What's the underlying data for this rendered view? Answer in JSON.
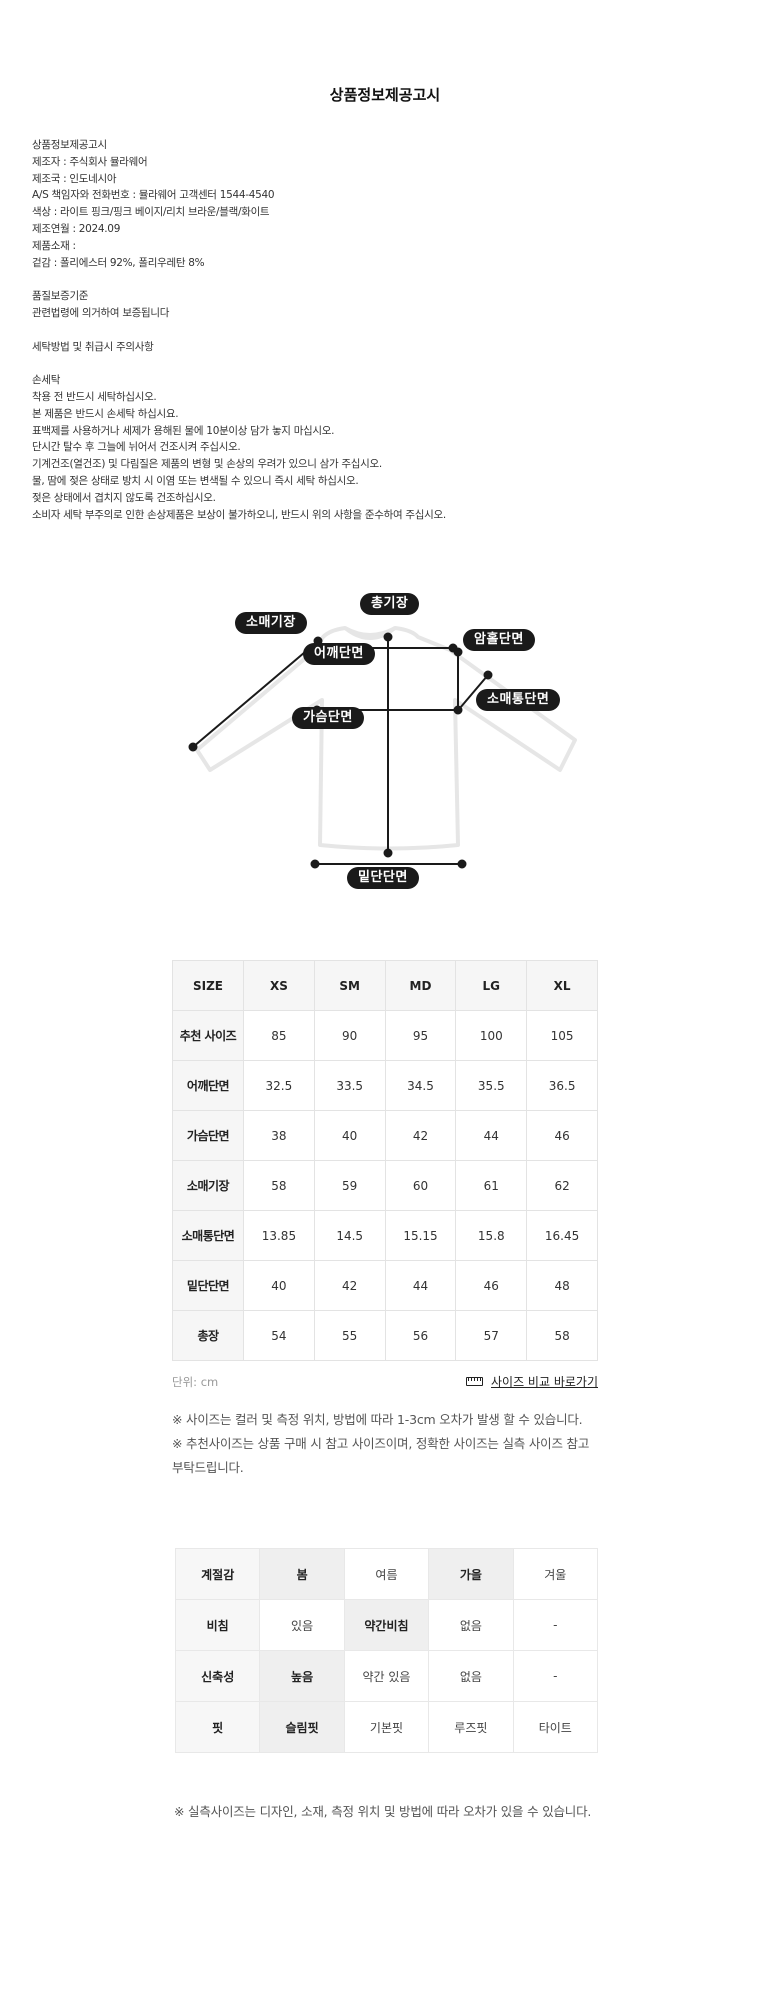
{
  "page_title": "상품정보제공고시",
  "info_lines": [
    "상품정보제공고시",
    "제조자 : 주식회사 뮬라웨어",
    "제조국 : 인도네시아",
    "A/S 책임자와 전화번호 : 뮬라웨어 고객센터 1544-4540",
    "색상 : 라이트 핑크/핑크 베이지/리치 브라운/블랙/화이트",
    "제조연월 : 2024.09",
    "제품소재 :",
    "겉감 : 폴리에스터 92%, 폴리우레탄 8%",
    "",
    "품질보증기준",
    "관련법령에 의거하여 보증됩니다",
    "",
    "세탁방법 및 취급시 주의사항",
    "",
    "손세탁",
    "착용 전 반드시 세탁하십시오.",
    "본 제품은 반드시 손세탁 하십시요.",
    "표백제를 사용하거나 세제가 용해된 물에 10분이상 담가 놓지 마십시오.",
    "단시간 탈수 후 그늘에 뉘어서 건조시켜 주십시오.",
    "기계건조(열건조) 및 다림질은 제품의 변형 및 손상의 우려가 있으니 삼가 주십시오.",
    "물, 땀에 젖은 상태로 방치 시 이염 또는 변색될 수 있으니 즉시 세탁 하십시오.",
    "젖은 상태에서 겹치지 않도록 건조하십시오.",
    "소비자 세탁 부주의로 인한 손상제품은 보상이 불가하오니, 반드시 위의 사항을 준수하여 주십시오."
  ],
  "diagram": {
    "labels": {
      "total_length": "총기장",
      "sleeve_length": "소매기장",
      "armhole": "암홀단면",
      "shoulder": "어깨단면",
      "sleeve_width": "소매통단면",
      "chest": "가슴단면",
      "hem": "밑단단면"
    }
  },
  "size_table": {
    "header": [
      "SIZE",
      "XS",
      "SM",
      "MD",
      "LG",
      "XL"
    ],
    "rows": [
      {
        "label": "추천 사이즈",
        "values": [
          "85",
          "90",
          "95",
          "100",
          "105"
        ]
      },
      {
        "label": "어깨단면",
        "values": [
          "32.5",
          "33.5",
          "34.5",
          "35.5",
          "36.5"
        ]
      },
      {
        "label": "가슴단면",
        "values": [
          "38",
          "40",
          "42",
          "44",
          "46"
        ]
      },
      {
        "label": "소매기장",
        "values": [
          "58",
          "59",
          "60",
          "61",
          "62"
        ]
      },
      {
        "label": "소매통단면",
        "values": [
          "13.85",
          "14.5",
          "15.15",
          "15.8",
          "16.45"
        ]
      },
      {
        "label": "밑단단면",
        "values": [
          "40",
          "42",
          "44",
          "46",
          "48"
        ]
      },
      {
        "label": "총장",
        "values": [
          "54",
          "55",
          "56",
          "57",
          "58"
        ]
      }
    ],
    "unit": "단위: cm",
    "compare_link": "사이즈 비교 바로가기",
    "compare_icon": "ruler-icon"
  },
  "size_notes": [
    "※ 사이즈는 컬러 및 측정 위치, 방법에 따라 1-3cm 오차가 발생 할 수 있습니다.",
    "※ 추천사이즈는 상품 구매 시 참고 사이즈이며, 정확한 사이즈는 실측 사이즈 참고 부탁드립니다."
  ],
  "attribute_table": {
    "rows": [
      {
        "label": "계절감",
        "options": [
          "봄",
          "여름",
          "가을",
          "겨울"
        ],
        "selected": [
          0,
          2
        ]
      },
      {
        "label": "비침",
        "options": [
          "있음",
          "약간비침",
          "없음",
          "-"
        ],
        "selected": [
          1
        ]
      },
      {
        "label": "신축성",
        "options": [
          "높음",
          "약간 있음",
          "없음",
          "-"
        ],
        "selected": [
          0
        ]
      },
      {
        "label": "핏",
        "options": [
          "슬림핏",
          "기본핏",
          "루즈핏",
          "타이트"
        ],
        "selected": [
          0
        ]
      }
    ]
  },
  "final_note": "※ 실측사이즈는 디자인, 소재, 측정 위치 및 방법에 따라 오차가 있을 수 있습니다."
}
